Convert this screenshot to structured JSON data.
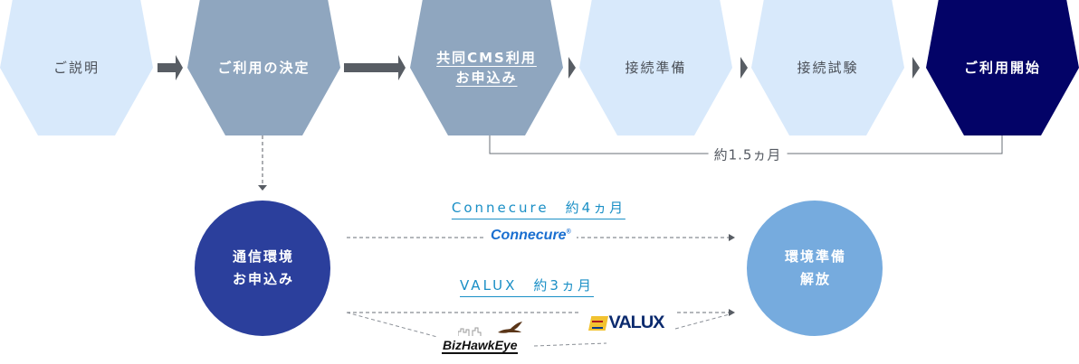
{
  "steps": [
    {
      "label": "ご説明",
      "lines": [
        "ご説明"
      ],
      "fill": "#d8e9fb",
      "text_style": "light"
    },
    {
      "label": "ご利用の決定",
      "lines": [
        "ご利用の決定"
      ],
      "fill": "#8fa6bf",
      "text_style": "dark"
    },
    {
      "label": "共同CMS利用お申込み",
      "lines": [
        "共同CMS利用",
        "お申込み"
      ],
      "fill": "#8fa6bf",
      "text_style": "dark",
      "underlined": true
    },
    {
      "label": "接続準備",
      "lines": [
        "接続準備"
      ],
      "fill": "#d8e9fb",
      "text_style": "light"
    },
    {
      "label": "接続試験",
      "lines": [
        "接続試験"
      ],
      "fill": "#d8e9fb",
      "text_style": "light"
    },
    {
      "label": "ご利用開始",
      "lines": [
        "ご利用開始"
      ],
      "fill": "#030367",
      "text_style": "dark"
    }
  ],
  "colors": {
    "arrow": "#585d64",
    "connector": "#6a6f77",
    "link_blue": "#1a8fc6",
    "circle_left": "#2b3f9c",
    "circle_right": "#76abde"
  },
  "duration_main": "約1.5ヵ月",
  "circles": {
    "left": {
      "lines": [
        "通信環境",
        "お申込み"
      ]
    },
    "right": {
      "lines": [
        "環境準備",
        "解放"
      ]
    }
  },
  "routes": [
    {
      "label": "Connecure　約4ヵ月",
      "logo": "Connecure"
    },
    {
      "label": "VALUX　約3ヵ月",
      "logos": [
        "VALUX",
        "BizHawkEye"
      ]
    }
  ],
  "logos": {
    "connecure": {
      "text": "Connecure",
      "mark": "®"
    },
    "valux": {
      "text": "VALUX"
    },
    "bizhawkeye": {
      "text": "BizHawkEye"
    }
  }
}
